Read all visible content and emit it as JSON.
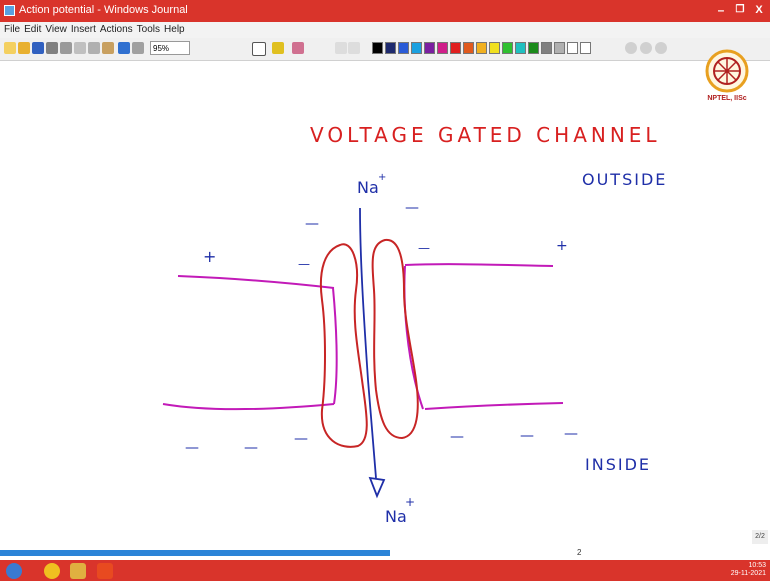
{
  "window": {
    "title": "Action potential - Windows Journal",
    "btn_min": "–",
    "btn_max": "❐",
    "btn_close": "X"
  },
  "menu": [
    "File",
    "Edit",
    "View",
    "Insert",
    "Actions",
    "Tools",
    "Help"
  ],
  "toolbar": {
    "zoom_value": "95%"
  },
  "swatches": [
    "#000000",
    "#1e2a6e",
    "#2a5bd7",
    "#1aa0e0",
    "#7a1fa0",
    "#d01e8a",
    "#e02020",
    "#e05a1e",
    "#f0b020",
    "#f0e020",
    "#30c030",
    "#20c0c0",
    "#1a8a1a",
    "#808080",
    "#b0b0b0",
    "#ffffff",
    "#ffffff"
  ],
  "logo": {
    "text": "NPTEL, IISc"
  },
  "notes": {
    "title": "VOLTAGE GATED CHANNEL",
    "outside_label": "OUTSIDE",
    "inside_label": "INSIDE",
    "top_ion": "Na",
    "top_ion_sup": "+",
    "bottom_ion": "Na",
    "bottom_ion_sup": "+",
    "plus_left": "+",
    "plus_right": "+",
    "minus": "—"
  },
  "status": {
    "page_number": "2",
    "page_of": "2/2"
  },
  "taskbar": {
    "time": "10:53",
    "date": "29-11-2021"
  }
}
